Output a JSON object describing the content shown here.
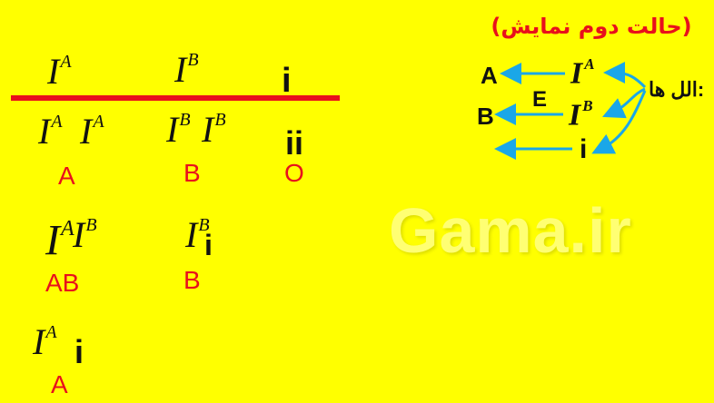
{
  "title": "(حالت دوم نمایش)",
  "watermark": "Gama.ir",
  "alleles_label": ":الل ها",
  "line_row": {
    "a": {
      "base": "I",
      "sup": "A"
    },
    "b": {
      "base": "I",
      "sup": "B"
    },
    "c": "i"
  },
  "genotype_row": {
    "a1": {
      "base": "I",
      "sup": "A"
    },
    "a2": {
      "base": "I",
      "sup": "A"
    },
    "b1": {
      "base": "I",
      "sup": "B"
    },
    "b2": {
      "base": "I",
      "sup": "B"
    },
    "c": "ii",
    "labels": [
      "A",
      "B",
      "O"
    ]
  },
  "row_ab": {
    "g1": {
      "base": "I",
      "sup": "A"
    },
    "g2": {
      "base": "I",
      "sup": "B"
    },
    "label": "AB"
  },
  "row_bi": {
    "g1": {
      "base": "I",
      "sup": "B"
    },
    "g2": "i",
    "label": "B"
  },
  "row_ai": {
    "g1": {
      "base": "I",
      "sup": "A"
    },
    "g2": "i",
    "label": "A"
  },
  "legend": {
    "rows": [
      {
        "result": "A",
        "allele": {
          "base": "I",
          "sup": "A"
        }
      },
      {
        "result": "B",
        "allele": {
          "base": "I",
          "sup": "B"
        }
      },
      {
        "result": "",
        "allele": "i"
      }
    ],
    "e_label": "E"
  },
  "colors": {
    "background": "#ffff00",
    "line": "#e8101c",
    "label": "#e8101c",
    "arrow": "#1aa7e8"
  }
}
